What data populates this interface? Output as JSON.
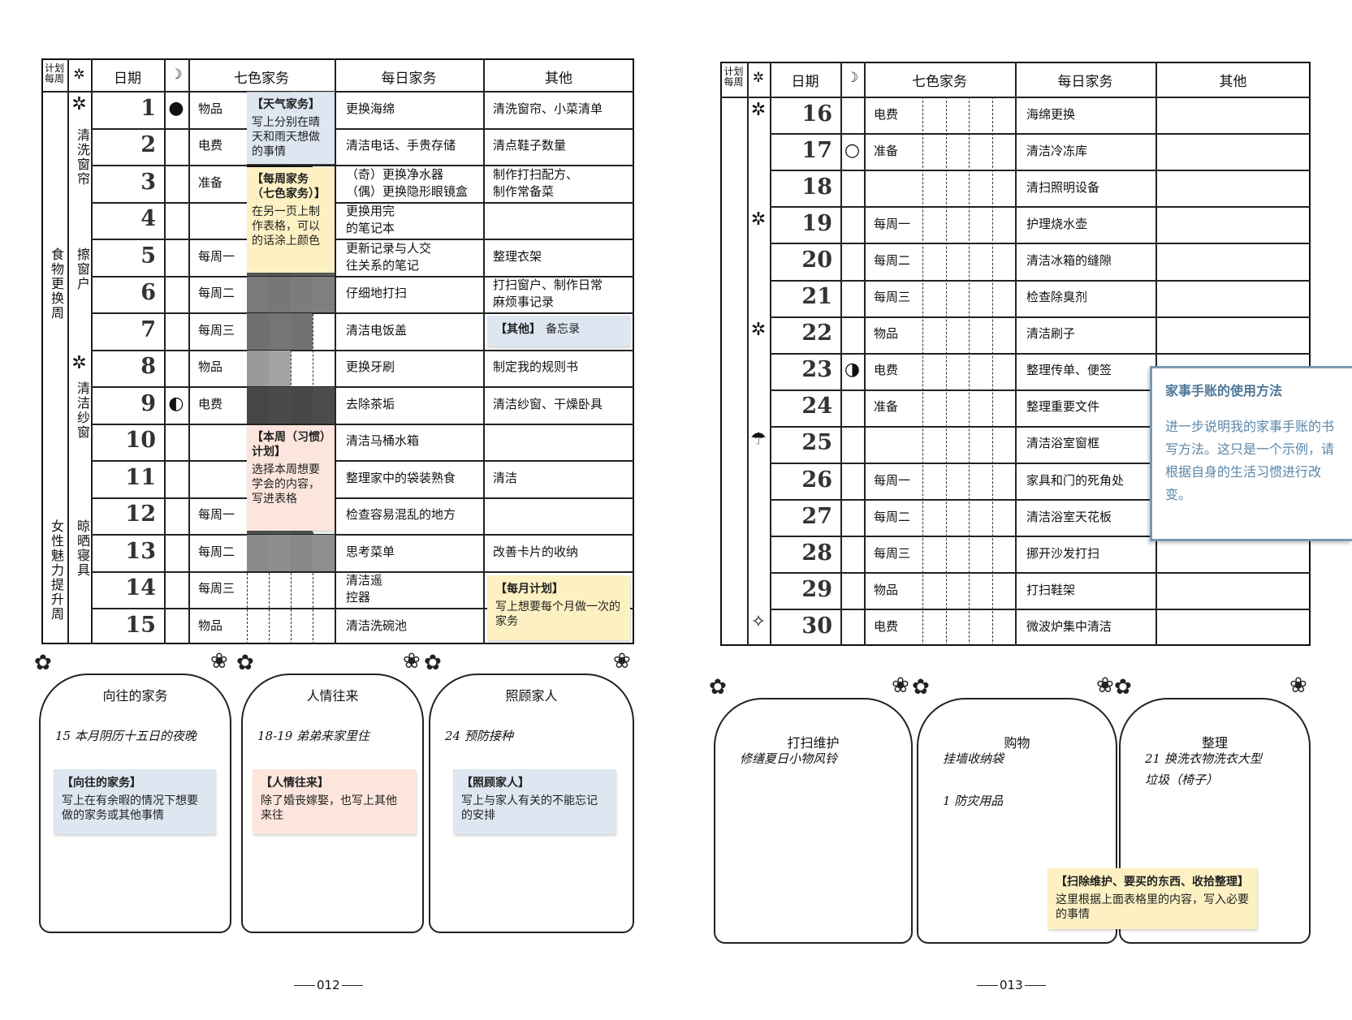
{
  "headers": {
    "plan": "计划每周",
    "star": "✲",
    "date": "日期",
    "moon": "☽",
    "seven": "七色家务",
    "daily": "每日家务",
    "other": "其他"
  },
  "left_page": {
    "page_number": "012",
    "group_labels": [
      {
        "col": "star",
        "text": "清洗窗帘"
      },
      {
        "col": "star",
        "text": "擦窗户"
      },
      {
        "col": "star",
        "text": "清洁纱窗"
      },
      {
        "col": "star",
        "text": "晾晒寝具"
      },
      {
        "col": "plan",
        "text": "食物更换周"
      },
      {
        "col": "plan",
        "text": "女性魅力提升周"
      }
    ],
    "rows": [
      {
        "date": "1",
        "moon": "●",
        "star": "✲",
        "label": "物品",
        "daily": "更换海绵",
        "other": "清洗窗帘、小菜清单",
        "fill": [
          "#a9a9a9",
          "#999999",
          "#b4b4b4",
          "#c8c8c8"
        ]
      },
      {
        "date": "2",
        "moon": "",
        "star": "",
        "label": "电费",
        "daily": "清洁电话、手贵存储",
        "other": "清点鞋子数量",
        "fill": [
          "#555555",
          "#5a5a5a",
          "#575757",
          "#5c5c5c"
        ]
      },
      {
        "date": "3",
        "moon": "",
        "star": "",
        "label": "准备",
        "daily": "（奇）更换净水器\n（偶）更换隐形眼镜盒",
        "other": "制作打扫配方、\n制作常备菜",
        "fill": [
          "#151515",
          "#111111",
          "#1a1a1a",
          ""
        ]
      },
      {
        "date": "4",
        "moon": "",
        "star": "",
        "label": "",
        "daily": "更换用完\n的笔记本",
        "other": "",
        "fill": [
          "#3a3a3a",
          "#3a3a3a",
          "#3a3a3a",
          ""
        ]
      },
      {
        "date": "5",
        "moon": "",
        "star": "",
        "label": "每周一",
        "daily": "更新记录与人交\n往关系的笔记",
        "other": "整理衣架",
        "fill": [
          "#606060",
          "#5e5e5e",
          "#626262",
          "#646464"
        ]
      },
      {
        "date": "6",
        "moon": "",
        "star": "",
        "label": "每周二",
        "daily": "仔细地打扫",
        "other": "打扫窗户、制作日常\n麻烦事记录",
        "fill": [
          "#7a7a7a",
          "#777777",
          "#7c7c7c",
          "#808080"
        ]
      },
      {
        "date": "7",
        "moon": "",
        "star": "",
        "label": "每周三",
        "daily": "清洁电饭盖",
        "other": "",
        "fill": [
          "#6f6f6f",
          "#757575",
          "#727272",
          ""
        ]
      },
      {
        "date": "8",
        "moon": "",
        "star": "✲",
        "label": "物品",
        "daily": "更换牙刷",
        "other": "制定我的规则书",
        "fill": [
          "#9a9a9a",
          "#a3a3a3",
          "",
          ""
        ]
      },
      {
        "date": "9",
        "moon": "◐",
        "star": "",
        "label": "电费",
        "daily": "去除茶垢",
        "other": "清洁纱窗、干燥卧具",
        "fill": [
          "#464646",
          "#4a4a4a",
          "#474747",
          "#4c4c4c"
        ]
      },
      {
        "date": "10",
        "moon": "",
        "star": "",
        "label": "",
        "daily": "清洁马桶水箱",
        "other": "",
        "fill": [
          "",
          "",
          "",
          ""
        ]
      },
      {
        "date": "11",
        "moon": "",
        "star": "",
        "label": "",
        "daily": "整理家中的袋装熟食",
        "other": "清洁",
        "fill": [
          "#333333",
          "",
          "",
          ""
        ]
      },
      {
        "date": "12",
        "moon": "",
        "star": "",
        "label": "每周一",
        "daily": "检查容易混乱的地方",
        "other": "",
        "fill": [
          "#555555",
          "#595959",
          "#565656",
          ""
        ]
      },
      {
        "date": "13",
        "moon": "",
        "star": "",
        "label": "每周二",
        "daily": "思考菜单",
        "other": "改善卡片的收纳",
        "fill": [
          "#8a8a8a",
          "#8d8d8d",
          "#888888",
          "#8f8f8f"
        ]
      },
      {
        "date": "14",
        "moon": "",
        "star": "",
        "label": "每周三",
        "daily": "清洁遥\n控器",
        "other": "",
        "fill": [
          "",
          "",
          "",
          ""
        ]
      },
      {
        "date": "15",
        "moon": "",
        "star": "",
        "label": "物品",
        "daily": "清洁洗碗池",
        "other": "",
        "fill": [
          "",
          "",
          "",
          ""
        ]
      }
    ],
    "sections": [
      {
        "title": "向往的家务",
        "text": "15  本月阴历十五日的夜晚"
      },
      {
        "title": "人情往来",
        "text": "18-19  弟弟来家里住"
      },
      {
        "title": "照顾家人",
        "text": "24  预防接种"
      }
    ]
  },
  "right_page": {
    "page_number": "013",
    "rows": [
      {
        "date": "16",
        "moon": "",
        "star": "✲",
        "label": "电费",
        "daily": "海绵更换",
        "other": ""
      },
      {
        "date": "17",
        "moon": "○",
        "star": "",
        "label": "准备",
        "daily": "清洁冷冻库",
        "other": ""
      },
      {
        "date": "18",
        "moon": "",
        "star": "",
        "label": "",
        "daily": "清扫照明设备",
        "other": ""
      },
      {
        "date": "19",
        "moon": "",
        "star": "✲",
        "label": "每周一",
        "daily": "护理烧水壶",
        "other": ""
      },
      {
        "date": "20",
        "moon": "",
        "star": "",
        "label": "每周二",
        "daily": "清洁冰箱的缝隙",
        "other": ""
      },
      {
        "date": "21",
        "moon": "",
        "star": "",
        "label": "每周三",
        "daily": "检查除臭剂",
        "other": ""
      },
      {
        "date": "22",
        "moon": "",
        "star": "✲",
        "label": "物品",
        "daily": "清洁刷子",
        "other": ""
      },
      {
        "date": "23",
        "moon": "◑",
        "star": "",
        "label": "电费",
        "daily": "整理传单、便签",
        "other": ""
      },
      {
        "date": "24",
        "moon": "",
        "star": "",
        "label": "准备",
        "daily": "整理重要文件",
        "other": ""
      },
      {
        "date": "25",
        "moon": "",
        "star": "☂",
        "label": "",
        "daily": "清洁浴室窗框",
        "other": ""
      },
      {
        "date": "26",
        "moon": "",
        "star": "",
        "label": "每周一",
        "daily": "家具和门的死角处",
        "other": ""
      },
      {
        "date": "27",
        "moon": "",
        "star": "",
        "label": "每周二",
        "daily": "清洁浴室天花板",
        "other": ""
      },
      {
        "date": "28",
        "moon": "",
        "star": "",
        "label": "每周三",
        "daily": "挪开沙发打扫",
        "other": ""
      },
      {
        "date": "29",
        "moon": "",
        "star": "",
        "label": "物品",
        "daily": "打扫鞋架",
        "other": ""
      },
      {
        "date": "30",
        "moon": "",
        "star": "✧",
        "label": "电费",
        "daily": "微波炉集中清洁",
        "other": ""
      }
    ],
    "sections": [
      {
        "title": "打扫维护",
        "text": "修缮夏日小物风铃"
      },
      {
        "title": "购物",
        "text": "挂墙收纳袋\n\n1  防灾用品"
      },
      {
        "title": "整理",
        "text": "21  换洗衣物洗衣大型\n垃圾（椅子）"
      }
    ]
  },
  "notes": {
    "weather": {
      "title": "【天气家务】",
      "body": "写上分别在晴天和雨天想做的事情"
    },
    "weekly": {
      "title": "【每周家务（七色家务）】",
      "body": "在另一页上制作表格，可以的话涂上颜色"
    },
    "other": {
      "title": "【其他】",
      "body": "备忘录"
    },
    "habit": {
      "title": "【本周（习惯）计划】",
      "body": "选择本周想要学会的内容，写进表格"
    },
    "monthly": {
      "title": "【每月计划】",
      "body": "写上想要每个月做一次的家务"
    },
    "wish": {
      "title": "【向往的家务】",
      "body": "写上在有余暇的情况下想要做的家务或其他事情"
    },
    "social": {
      "title": "【人情往来】",
      "body": "除了婚丧嫁娶，也写上其他来往"
    },
    "family": {
      "title": "【照顾家人】",
      "body": "写上与家人有关的不能忘记的安排"
    },
    "bottom": {
      "title": "【扫除维护、要买的东西、收拾整理】",
      "body": "这里根据上面表格里的内容，写入必要的事情"
    },
    "howto": {
      "title": "家事手账的使用方法",
      "body": "进一步说明我的家事手账的书写方法。这只是一个示例，请根据自身的生活习惯进行改变。"
    }
  },
  "colors": {
    "note_blue": "#dde6f1",
    "note_yellow": "#fdf1c3",
    "note_pink": "#fbe5dc",
    "howto_accent": "#5a86a8"
  }
}
